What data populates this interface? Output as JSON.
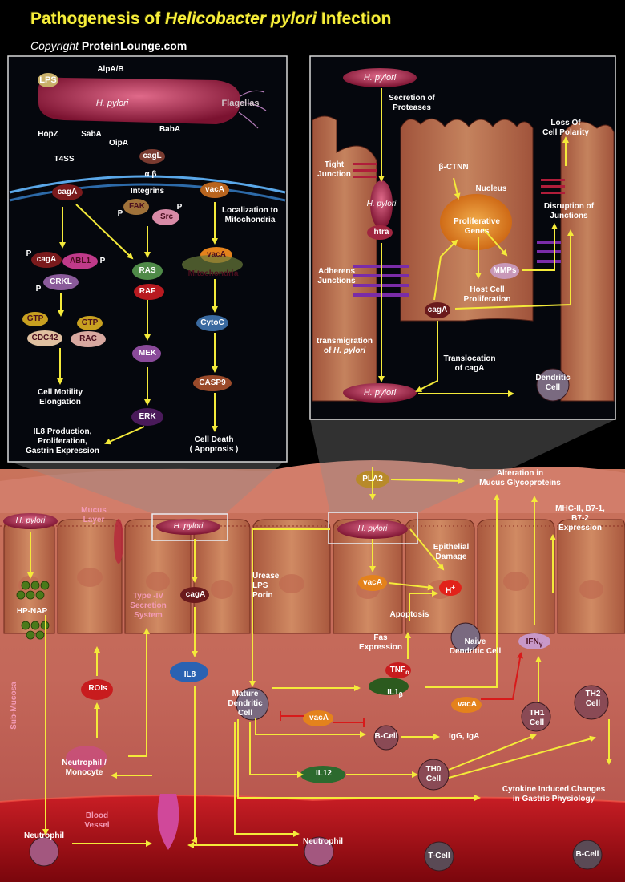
{
  "header": {
    "title_pre": "Pathogenesis of ",
    "title_italic": "Helicobacter pylori",
    "title_post": " Infection",
    "copyright_word": "Copyright",
    "copyright_site": "ProteinLounge.com"
  },
  "left_panel": {
    "lps": "LPS",
    "alpab": "AlpA/B",
    "hpylori": "H. pylori",
    "flagellas": "Flagellas",
    "hopz": "HopZ",
    "saba": "SabA",
    "babA": "BabA",
    "oipa": "OipA",
    "t4ss": "T4SS",
    "cagl": "cagL",
    "alpha_beta": "α  β",
    "integrins": "Integrins",
    "caga": "cagA",
    "vaca": "vacA",
    "fak": "FAK",
    "src": "Src",
    "p": "P",
    "localization": "Localization to\nMitochondria",
    "caga2": "cagA",
    "abl1": "ABL1",
    "crkl": "CRKL",
    "ras": "RAS",
    "vaca2": "vacA",
    "mitochondria": "Mitochondria",
    "raf": "RAF",
    "gtp": "GTP",
    "cdc42": "CDC42",
    "rac": "RAC",
    "cytoc": "CytoC",
    "mek": "MEK",
    "casp9": "CASP9",
    "motility": "Cell Motility\nElongation",
    "erk": "ERK",
    "il8prod": "IL8 Production,\nProliferation,\nGastrin Expression",
    "death": "Cell Death\n( Apoptosis )"
  },
  "right_panel": {
    "hpylori": "H. pylori",
    "proteases": "Secretion of\nProteases",
    "loss": "Loss Of\nCell Polarity",
    "tight": "Tight\nJunction",
    "bctnn": "β-CTNN",
    "nucleus": "Nucleus",
    "hpylori2": "H. pylori",
    "prolif_genes": "Proliferative\nGenes",
    "disruption": "Disruption of\nJunctions",
    "htra": "htra",
    "adherens": "Adherens\nJunctions",
    "mmps": "MMPs",
    "host_prolif": "Host Cell\nProliferation",
    "caga": "cagA",
    "transmig": "transmigration\nof ",
    "transmig_it": "H. pylori",
    "transloc": "Translocation\nof cagA",
    "hpylori3": "H. pylori",
    "dendritic": "Dendritic\nCell"
  },
  "main": {
    "pla2": "PLA2",
    "alteration": "Alteration in\nMucus Glycoproteins",
    "hpylori_a": "H. pylori",
    "mucus_layer": "Mucus\nLayer",
    "hpylori_b": "H. pylori",
    "hpylori_c": "H. pylori",
    "mhc": "MHC-II, B7-1,\nB7-2\nExpression",
    "epithelial": "Epithelial\nDamage",
    "hpnap": "HP-NAP",
    "type4": "Type -IV\nSecretion\nSystem",
    "caga": "cagA",
    "urease": "Urease\nLPS\nPorin",
    "vaca": "vacA",
    "hplus": "H",
    "hplus_sup": "+",
    "apoptosis": "Apoptosis",
    "fas": "Fas\nExpression",
    "naive": "Naive\nDendritic Cell",
    "ifn": "IFN",
    "ifn_sub": "γ",
    "submucosa": "Sub-Mucosa",
    "rois": "ROIs",
    "il8": "IL8",
    "tnf": "TNF",
    "tnf_sub": "α",
    "il1": "IL1",
    "il1_sub": "β",
    "mature": "Mature\nDendritic\nCell",
    "vaca2": "vacA",
    "vaca3": "vacA",
    "th1": "TH1\nCell",
    "th2": "TH2\nCell",
    "bcell": "B-Cell",
    "igg": "IgG, IgA",
    "neutro_mono": "Neutrophil /\nMonocyte",
    "il12": "IL12",
    "th0": "TH0\nCell",
    "cytokine": "Cytokine Induced Changes\nin Gastric Physiology",
    "blood": "Blood\nVessel",
    "neutrophil_l": "Neutrophil",
    "neutrophil_c": "Neutrophil",
    "tcell": "T-Cell",
    "bcell2": "B-Cell"
  },
  "colors": {
    "title": "#f7ee3a",
    "arrow": "#f4ea3a",
    "tissue": "#b85a42",
    "blood": "#b4121c",
    "panel_border": "#d8d8d8"
  }
}
